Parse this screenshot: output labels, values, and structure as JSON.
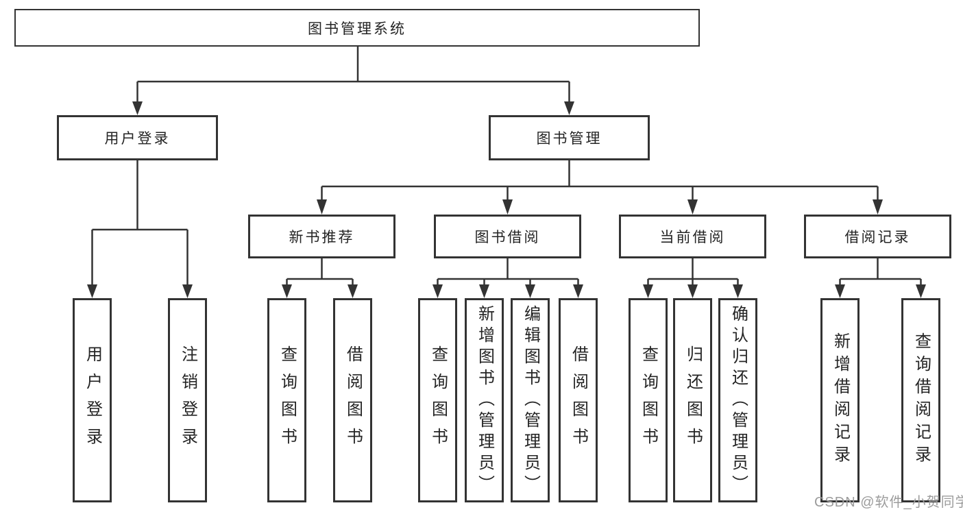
{
  "nodes": {
    "root": "图书管理系统",
    "user_login": "用户登录",
    "book_management": "图书管理",
    "new_book_recommend": "新书推荐",
    "book_borrowing": "图书借阅",
    "current_borrowing": "当前借阅",
    "borrowing_records": "借阅记录",
    "leaf_user_login": "用户登录",
    "leaf_logout": "注销登录",
    "leaf_nb_query_books": "查询图书",
    "leaf_nb_borrow_books": "借阅图书",
    "leaf_bb_query_books": "查询图书",
    "leaf_bb_add_books_admin": "新增图书（管理员）",
    "leaf_bb_edit_books_admin": "编辑图书（管理员）",
    "leaf_bb_borrow_books": "借阅图书",
    "leaf_cb_query_books": "查询图书",
    "leaf_cb_return_books": "归还图书",
    "leaf_cb_confirm_return_admin": "确认归还（管理员）",
    "leaf_br_add_record": "新增借阅记录",
    "leaf_br_query_record": "查询借阅记录"
  },
  "watermark": "CSDN @软件_小贺同学",
  "colors": {
    "line": "#333333",
    "box_border": "#333333",
    "text": "#242424",
    "background": "#ffffff",
    "watermark": "#9c9c9c"
  }
}
